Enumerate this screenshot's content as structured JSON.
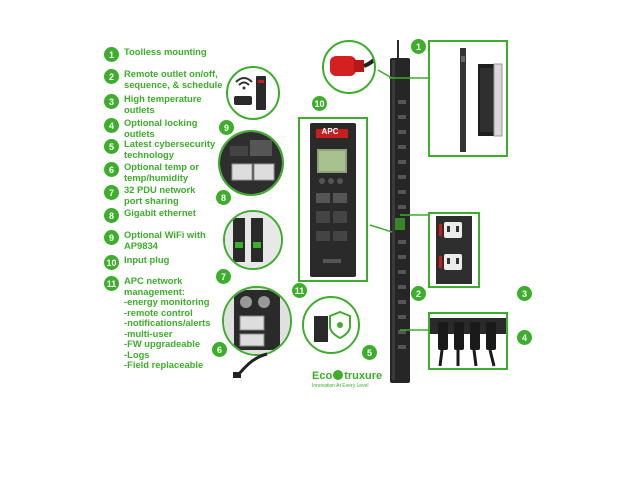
{
  "legend": [
    {
      "num": "1",
      "text": "Toolless mounting"
    },
    {
      "num": "2",
      "text": "Remote outlet on/off,\nsequence, & schedule"
    },
    {
      "num": "3",
      "text": "High temperature\noutlets"
    },
    {
      "num": "4",
      "text": "Optional locking\noutlets"
    },
    {
      "num": "5",
      "text": "Latest cybersecurity\ntechnology"
    },
    {
      "num": "6",
      "text": "Optional temp or\ntemp/humidity"
    },
    {
      "num": "7",
      "text": "32 PDU network\nport sharing"
    },
    {
      "num": "8",
      "text": "Gigabit ethernet"
    },
    {
      "num": "9",
      "text": "Optional WiFi with\nAP9834"
    },
    {
      "num": "10",
      "text": "Input plug"
    },
    {
      "num": "11",
      "text": "APC network\nmanagement:\n-energy monitoring\n-remote control\n-notifications/alerts\n-multi-user\n-FW upgradeable\n-Logs\n-Field replaceable"
    }
  ],
  "callouts": {
    "c1": "1",
    "c2": "2",
    "c3": "3",
    "c4": "4",
    "c5": "5",
    "c6": "6",
    "c7": "7",
    "c8": "8",
    "c9": "9",
    "c10": "10",
    "c11": "11"
  },
  "branding": {
    "eco_prefix": "Eco",
    "eco_suffix": "truxure",
    "tagline": "Innovation At Every Level",
    "apc_logo": "APC"
  },
  "colors": {
    "accent": "#3dae2b",
    "device": "#2b2b2b",
    "plug": "#d42020"
  }
}
